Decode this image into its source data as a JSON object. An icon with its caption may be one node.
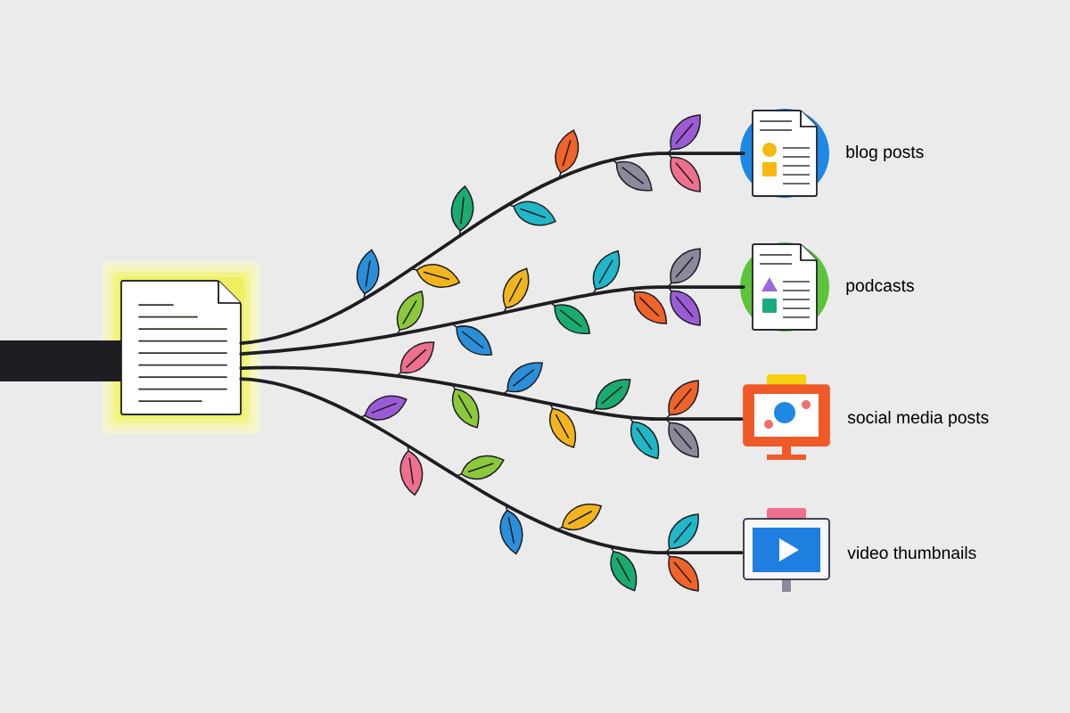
{
  "diagram": {
    "nodes": [
      {
        "text": [],
        "shape": "picture"
      },
      {
        "text": [],
        "shape": "picture",
        "beside": [
          "blog posts"
        ]
      },
      {
        "text": [],
        "shape": "picture",
        "beside": [
          "podcasts"
        ]
      },
      {
        "text": [],
        "shape": "picture",
        "beside": [
          "social media posts"
        ]
      },
      {
        "text": [],
        "shape": "picture",
        "beside": [
          "video thumbnails"
        ]
      }
    ],
    "edges": [
      {
        "from": null,
        "to": 0,
        "arrow": "none",
        "style": "thick"
      },
      {
        "from": 0,
        "to": 1,
        "arrow": "none"
      },
      {
        "from": 0,
        "to": 2,
        "arrow": "none"
      },
      {
        "from": 0,
        "to": 3,
        "arrow": "none"
      },
      {
        "from": 0,
        "to": 4,
        "arrow": "none"
      }
    ]
  }
}
